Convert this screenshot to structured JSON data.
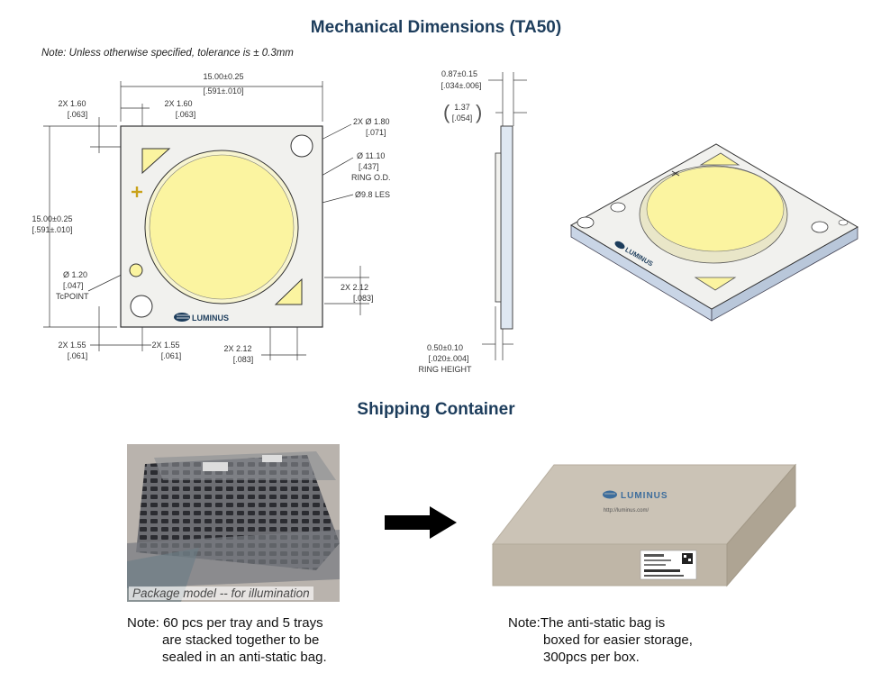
{
  "header": {
    "title": "Mechanical Dimensions (TA50)",
    "tolerance_note": "Note: Unless otherwise specified, tolerance is ± 0.3mm"
  },
  "top_view": {
    "width_label": "15.00±0.25",
    "width_inch": "[.591±.010]",
    "height_label": "15.00±0.25",
    "height_inch": "[.591±.010]",
    "pad_top_left_a": "2X  1.60",
    "pad_top_left_a_inch": "[.063]",
    "pad_top_left_b": "2X  1.60",
    "pad_top_left_b_inch": "[.063]",
    "hole_dia": "2X  Ø 1.80",
    "hole_dia_inch": "[.071]",
    "ring_dia": "Ø 11.10",
    "ring_dia_inch": "[.437]",
    "ring_od": "RING O.D.",
    "les_dia": "Ø9.8 LES",
    "tc_dia": "Ø 1.20",
    "tc_dia_inch": "[.047]",
    "tc_label": "TcPOINT",
    "pad_right": "2X  2.12",
    "pad_right_inch": "[.083]",
    "hole_offset_a": "2X  1.55",
    "hole_offset_a_inch": "[.061]",
    "hole_offset_b": "2X  1.55",
    "hole_offset_b_inch": "[.061]",
    "pad_bottom": "2X  2.12",
    "pad_bottom_inch": "[.083]",
    "brand": "LUMINUS"
  },
  "side_view": {
    "thickness": "0.87±0.15",
    "thickness_inch": "[.034±.006]",
    "overall": "1.37",
    "overall_inch": "[.054]",
    "ring_height": "0.50±0.10",
    "ring_height_inch": "[.020±.004]",
    "ring_height_label": "RING HEIGHT"
  },
  "iso_view": {
    "brand": "LUMINUS"
  },
  "shipping": {
    "title": "Shipping Container",
    "photo_caption": "Package model -- for illumination",
    "box_brand": "LUMINUS",
    "box_url": "http://luminus.com/",
    "tray_note": {
      "lead": "Note:",
      "lines": [
        "60 pcs per tray and 5 trays",
        "are stacked together to be",
        "sealed in an anti-static bag."
      ]
    },
    "box_note": {
      "lead": "Note:",
      "lines": [
        "The anti-static bag is",
        "boxed for easier storage,",
        "300pcs per box."
      ]
    }
  },
  "colors": {
    "title": "#1d3d5c",
    "led_yellow": "#fbf4a0",
    "substrate": "#f1f1ee",
    "box": "#cbc3b6"
  }
}
